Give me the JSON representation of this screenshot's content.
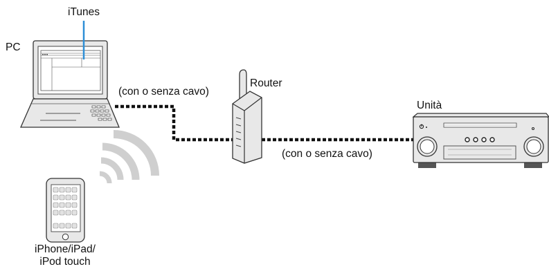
{
  "labels": {
    "itunes": "iTunes",
    "pc": "PC",
    "router": "Router",
    "unit": "Unità",
    "conn_pc_router": "(con o senza cavo)",
    "conn_router_unit": "(con o senza cavo)",
    "mobile_line1": "iPhone/iPad/",
    "mobile_line2": "iPod touch"
  },
  "colors": {
    "device_fill": "#e8e8e8",
    "device_stroke": "#333333",
    "screen_fill": "#ffffff",
    "itunes_pointer": "#2e8fd6",
    "cable": "#111111",
    "wifi_waves": "#cfcfcf",
    "unit_foot": "#555555"
  },
  "icons": {
    "pc": "laptop-icon",
    "router": "router-icon",
    "unit": "av-receiver-icon",
    "mobile": "smartphone-icon",
    "wireless": "wifi-waves-icon"
  }
}
